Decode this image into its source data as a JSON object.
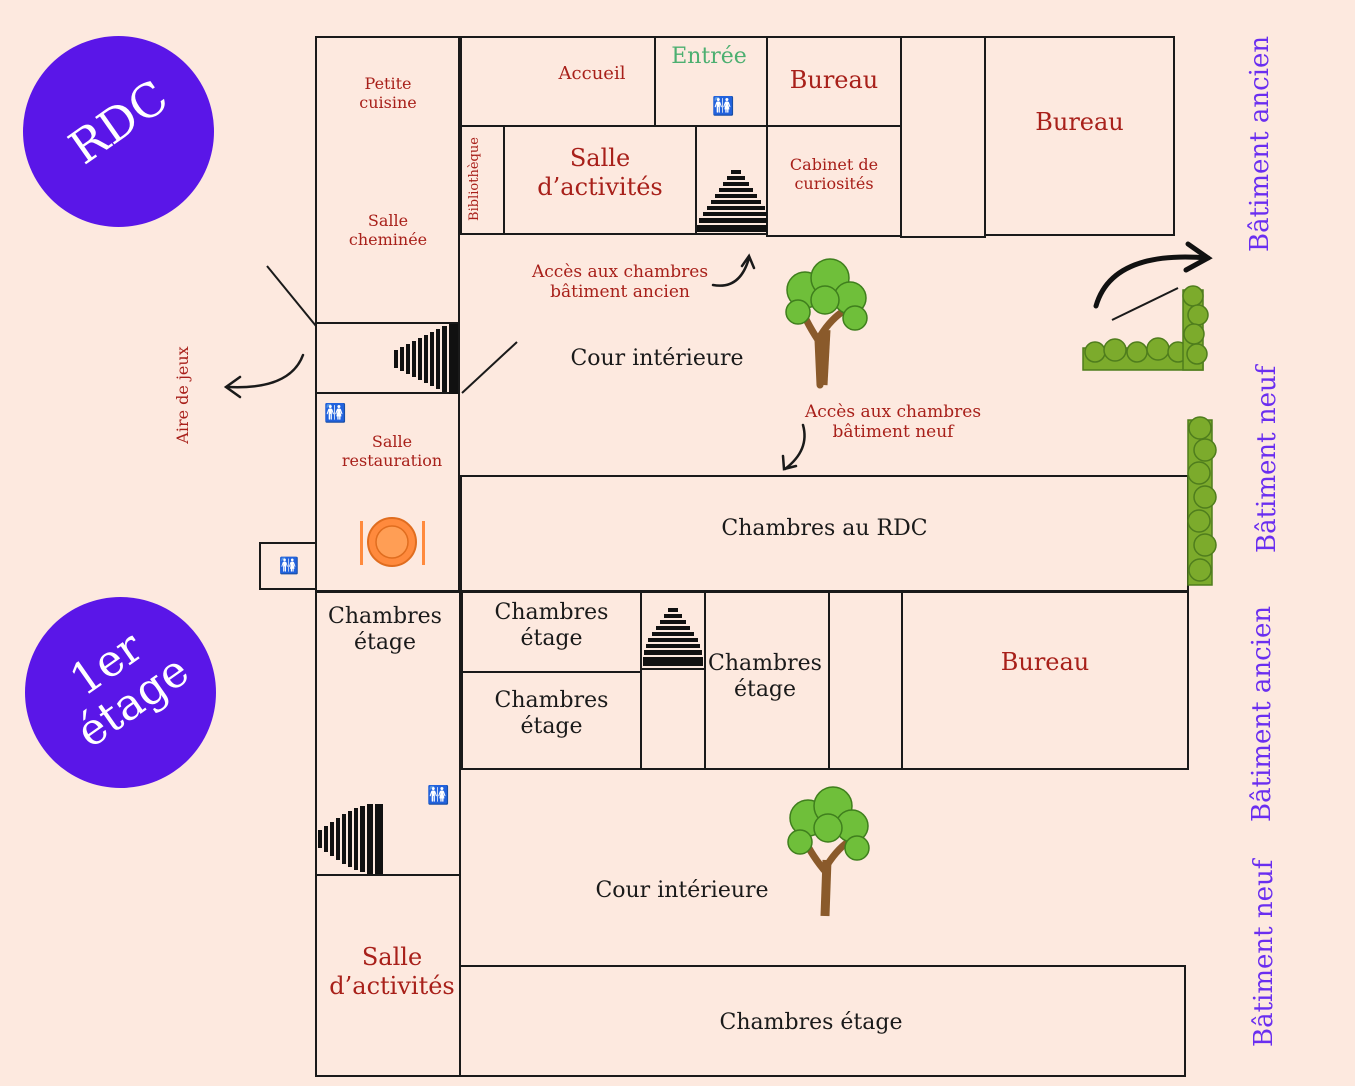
{
  "floors": {
    "rdc": "RDC",
    "etage": "1er\nétage"
  },
  "rdc_rooms": {
    "petite_cuisine": "Petite\ncuisine",
    "salle_cheminee": "Salle\ncheminée",
    "accueil": "Accueil",
    "entree": "Entrée",
    "bureau1": "Bureau",
    "bureau2": "Bureau",
    "bibliotheque": "Bibliothèque",
    "salle_activites": "Salle\nd’activités",
    "cabinet": "Cabinet de\ncuriosités",
    "acces_ancien": "Accès aux chambres\nbâtiment ancien",
    "cour": "Cour intérieure",
    "acces_neuf": "Accès aux chambres\nbâtiment neuf",
    "salle_restauration": "Salle\nrestauration",
    "chambres_rdc": "Chambres au RDC",
    "aire_de_jeux": "Aire de jeux"
  },
  "etage_rooms": {
    "chambres_a": "Chambres\nétage",
    "chambres_b": "Chambres\nétage",
    "chambres_c": "Chambres\nétage",
    "chambres_d": "Chambres\nétage",
    "bureau": "Bureau",
    "cour": "Cour intérieure",
    "salle_activites": "Salle\nd’activités",
    "chambres_etage": "Chambres étage"
  },
  "side_labels": {
    "rdc_ancien": "Bâtiment ancien",
    "rdc_neuf": "Bâtiment neuf",
    "etage_ancien": "Bâtiment ancien",
    "etage_neuf": "Bâtiment neuf"
  },
  "icons": [
    "toilets-icon",
    "stairs-icon",
    "tree-icon",
    "plate-icon",
    "hedge-icon",
    "arrow-icon"
  ],
  "colors": {
    "background": "#fde9df",
    "circle": "#5a16e8",
    "room_label": "#a8201a",
    "entry": "#4caf70",
    "building_label": "#6a2ef0"
  }
}
